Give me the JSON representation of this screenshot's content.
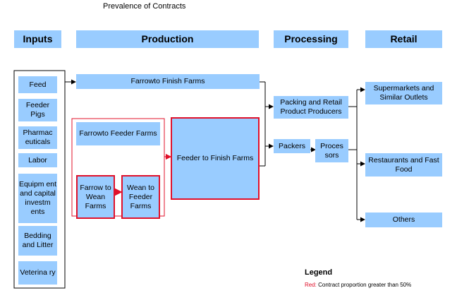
{
  "title": "Prevalence of Contracts",
  "headers": {
    "inputs": "Inputs",
    "production": "Production",
    "processing": "Processing",
    "retail": "Retail"
  },
  "inputs": {
    "feed": "Feed",
    "feeder_pigs": "Feeder Pigs",
    "pharmaceuticals": "Pharmac euticals",
    "labor": "Labor",
    "equipment": "Equipm ent and capital investm ents",
    "bedding": "Bedding and Litter",
    "veterinary": "Veterina ry"
  },
  "production": {
    "farrow_to_finish": "Farrowto Finish Farms",
    "farrow_to_feeder": "Farrowto Feeder Farms",
    "farrow_to_wean": "Farrow to Wean Farms",
    "wean_to_feeder": "Wean to Feeder Farms",
    "feeder_to_finish": "Feeder to Finish Farms"
  },
  "processing": {
    "packing_retail": "Packing and Retail Product Producers",
    "packers": "Packers",
    "processors": "Proces sors"
  },
  "retail": {
    "supermarkets": "Supermarkets and Similar Outlets",
    "restaurants": "Restaurants and Fast Food",
    "others": "Others"
  },
  "legend": {
    "title": "Legend",
    "key": "Red:",
    "description": "Contract proportion greater than 50%"
  },
  "colors": {
    "box_fill": "#99ccff",
    "contract_red": "#e0102a",
    "line": "#000000"
  }
}
